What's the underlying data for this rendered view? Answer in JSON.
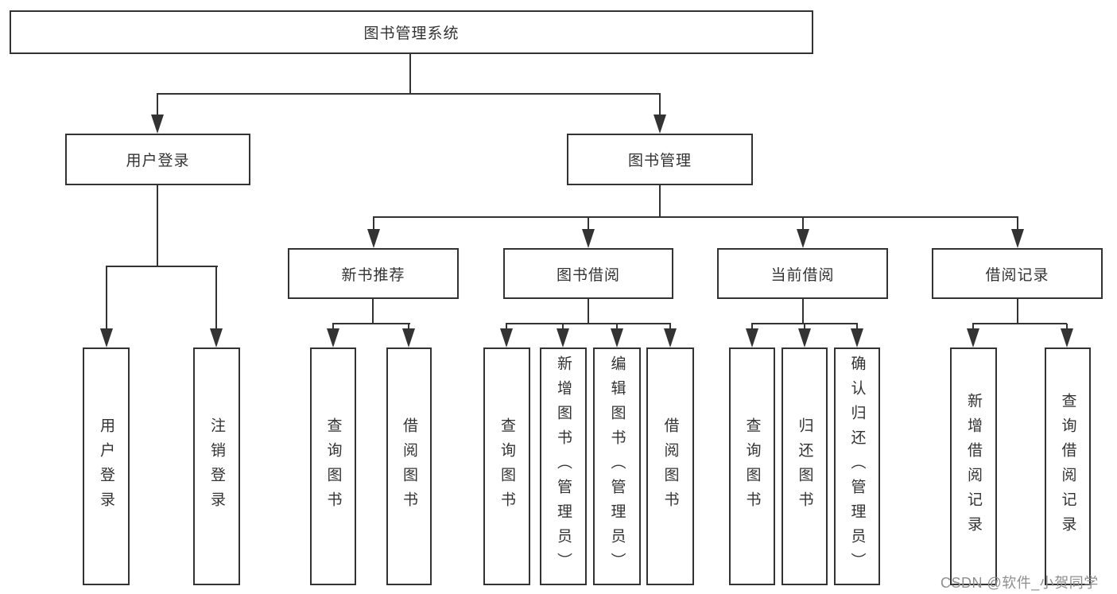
{
  "diagram": {
    "type": "function-structure-tree",
    "colors": {
      "line": "#333333",
      "box_background": "#ffffff",
      "text": "#333333",
      "watermark": "#8f8f8f"
    },
    "tree": {
      "root": {
        "label": "图书管理系统"
      },
      "branches": [
        {
          "label": "用户登录",
          "children": [
            {
              "label": "用户登录"
            },
            {
              "label": "注销登录"
            }
          ]
        },
        {
          "label": "图书管理",
          "children": [
            {
              "label": "新书推荐",
              "children": [
                {
                  "label": "查询图书"
                },
                {
                  "label": "借阅图书"
                }
              ]
            },
            {
              "label": "图书借阅",
              "children": [
                {
                  "label": "查询图书"
                },
                {
                  "label": "新增图书（管理员）"
                },
                {
                  "label": "编辑图书（管理员）"
                },
                {
                  "label": "借阅图书"
                }
              ]
            },
            {
              "label": "当前借阅",
              "children": [
                {
                  "label": "查询图书"
                },
                {
                  "label": "归还图书"
                },
                {
                  "label": "确认归还（管理员）"
                }
              ]
            },
            {
              "label": "借阅记录",
              "children": [
                {
                  "label": "新增借阅记录"
                },
                {
                  "label": "查询借阅记录"
                }
              ]
            }
          ]
        }
      ]
    },
    "watermark": {
      "text": "CSDN @软件_小贺同学"
    }
  }
}
